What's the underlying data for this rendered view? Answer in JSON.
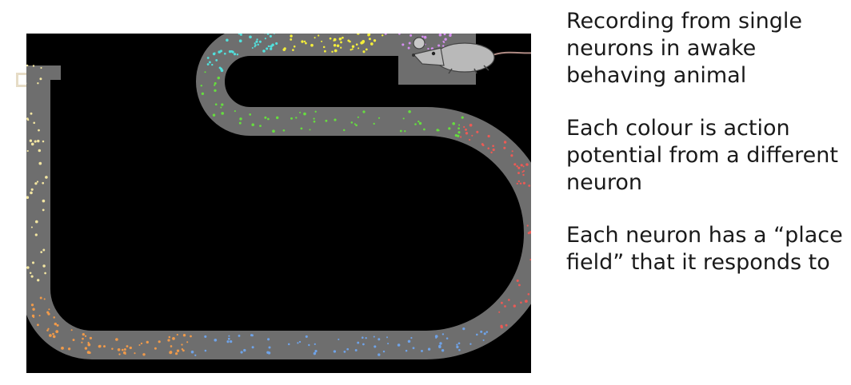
{
  "figure": {
    "background": "#000000",
    "track_color": "#6e6e6e",
    "neuron_colors": {
      "cream": "#f3e6a2",
      "orange": "#f09a4a",
      "blue": "#6fa3e8",
      "red": "#ec5a55",
      "green": "#66dd3f",
      "cyan": "#52e0dc",
      "yellow": "#f4ee3b",
      "magenta": "#d58ef0"
    },
    "icons": [
      "rat-icon"
    ]
  },
  "text": {
    "para1": "Recording from single neurons in awake behaving animal",
    "para2": "Each colour is action potential from a different neuron",
    "para3": "Each neuron has a “place field” that it responds to"
  }
}
